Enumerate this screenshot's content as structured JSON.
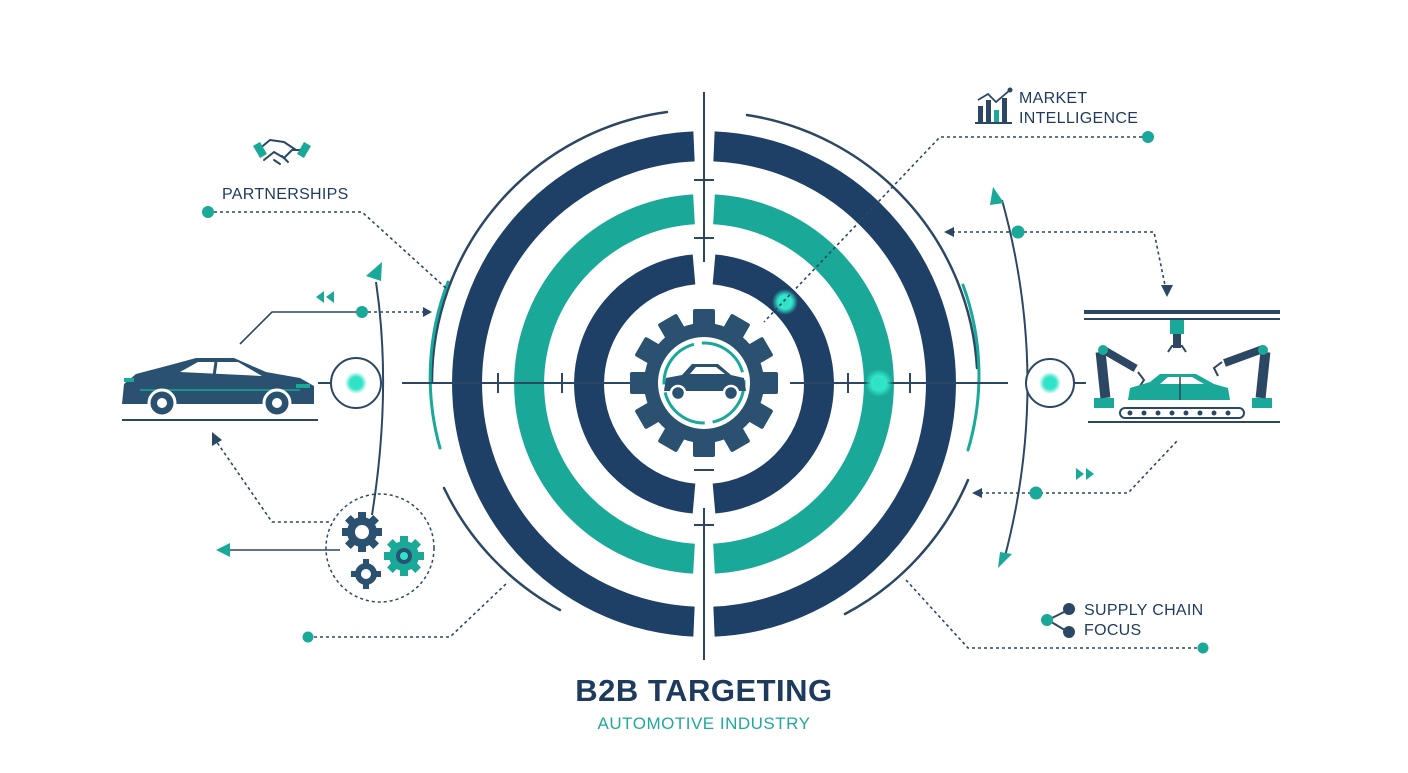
{
  "colors": {
    "navy": "#1e3f66",
    "teal": "#1aa898",
    "line": "#2b4763",
    "glow": "#2fe3c6",
    "background": "#ffffff"
  },
  "labels": {
    "partnerships": "PARTNERSHIPS",
    "market_line1": "MARKET",
    "market_line2": "INTELLIGENCE",
    "supply_line1": "SUPPLY CHAIN",
    "supply_line2": "FOCUS"
  },
  "title": "B2B TARGETING",
  "subtitle": "AUTOMOTIVE INDUSTRY",
  "icons": [
    "handshake-icon",
    "bar-chart-icon",
    "share-network-icon",
    "car-icon",
    "gears-icon",
    "gear-car-icon",
    "robot-assembly-line-icon"
  ]
}
